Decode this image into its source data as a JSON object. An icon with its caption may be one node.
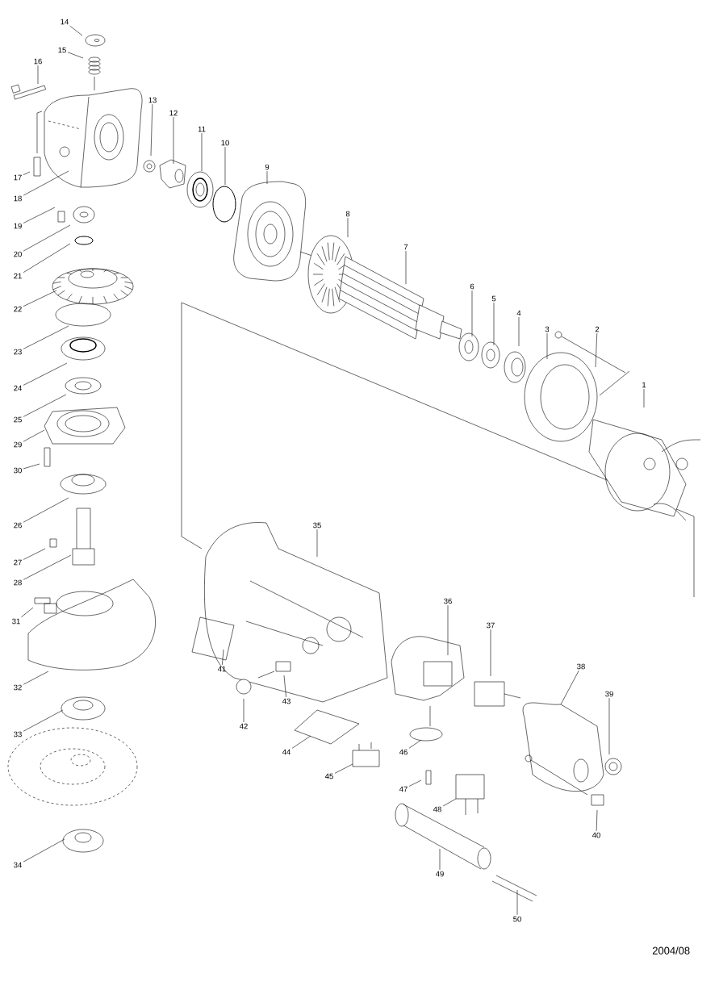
{
  "diagram": {
    "nodes": [
      {
        "text": [
          "14"
        ]
      },
      {
        "text": [
          "15"
        ]
      },
      {
        "text": [
          "16"
        ]
      },
      {
        "text": [
          "13"
        ]
      },
      {
        "text": [
          "12"
        ]
      },
      {
        "text": [
          "11"
        ]
      },
      {
        "text": [
          "10"
        ]
      },
      {
        "text": [
          "9"
        ]
      },
      {
        "text": [
          "8"
        ]
      },
      {
        "text": [
          "17"
        ]
      },
      {
        "text": [
          "18"
        ]
      },
      {
        "text": [
          "19"
        ]
      },
      {
        "text": [
          "20"
        ]
      },
      {
        "text": [
          "21"
        ]
      },
      {
        "text": [
          "7"
        ]
      },
      {
        "text": [
          "6"
        ]
      },
      {
        "text": [
          "5"
        ]
      },
      {
        "text": [
          "22"
        ]
      },
      {
        "text": [
          "4"
        ]
      },
      {
        "text": [
          "3"
        ]
      },
      {
        "text": [
          "2"
        ]
      },
      {
        "text": [
          "23"
        ]
      },
      {
        "text": [
          "1"
        ]
      },
      {
        "text": [
          "24"
        ]
      },
      {
        "text": [
          "25"
        ]
      },
      {
        "text": [
          "29"
        ]
      },
      {
        "text": [
          "30"
        ]
      },
      {
        "text": [
          "26"
        ]
      },
      {
        "text": [
          "35"
        ]
      },
      {
        "text": [
          "27"
        ]
      },
      {
        "text": [
          "28"
        ]
      },
      {
        "text": [
          "36"
        ]
      },
      {
        "text": [
          "31"
        ]
      },
      {
        "text": [
          "37"
        ]
      },
      {
        "text": [
          "38"
        ]
      },
      {
        "text": [
          "41"
        ]
      },
      {
        "text": [
          "32"
        ]
      },
      {
        "text": [
          "39"
        ]
      },
      {
        "text": [
          "43"
        ]
      },
      {
        "text": [
          "42"
        ]
      },
      {
        "text": [
          "33"
        ]
      },
      {
        "text": [
          "44"
        ]
      },
      {
        "text": [
          "46"
        ]
      },
      {
        "text": [
          "45"
        ]
      },
      {
        "text": [
          "47"
        ]
      },
      {
        "text": [
          "48"
        ]
      },
      {
        "text": [
          "40"
        ]
      },
      {
        "text": [
          "34"
        ]
      },
      {
        "text": [
          "49"
        ]
      },
      {
        "text": [
          "50"
        ]
      }
    ],
    "edges": [
      {
        "from": 0,
        "to": null,
        "arrow": "none"
      },
      {
        "from": 1,
        "to": null,
        "arrow": "none"
      },
      {
        "from": 2,
        "to": null,
        "arrow": "none"
      },
      {
        "from": 3,
        "to": null,
        "arrow": "none"
      },
      {
        "from": 4,
        "to": null,
        "arrow": "none"
      },
      {
        "from": 5,
        "to": null,
        "arrow": "none"
      },
      {
        "from": 6,
        "to": null,
        "arrow": "none"
      },
      {
        "from": 7,
        "to": null,
        "arrow": "none"
      },
      {
        "from": 8,
        "to": null,
        "arrow": "none"
      },
      {
        "from": 9,
        "to": null,
        "arrow": "none"
      },
      {
        "from": 10,
        "to": null,
        "arrow": "none"
      },
      {
        "from": 11,
        "to": null,
        "arrow": "none"
      },
      {
        "from": 12,
        "to": null,
        "arrow": "none"
      },
      {
        "from": 13,
        "to": null,
        "arrow": "none"
      },
      {
        "from": 14,
        "to": null,
        "arrow": "none"
      },
      {
        "from": 15,
        "to": null,
        "arrow": "none"
      },
      {
        "from": 16,
        "to": null,
        "arrow": "none"
      },
      {
        "from": 17,
        "to": null,
        "arrow": "none"
      },
      {
        "from": 18,
        "to": null,
        "arrow": "none"
      },
      {
        "from": 19,
        "to": null,
        "arrow": "none"
      },
      {
        "from": 20,
        "to": null,
        "arrow": "none"
      },
      {
        "from": 21,
        "to": null,
        "arrow": "none"
      },
      {
        "from": 22,
        "to": null,
        "arrow": "none"
      },
      {
        "from": 23,
        "to": null,
        "arrow": "none"
      },
      {
        "from": 24,
        "to": null,
        "arrow": "none"
      },
      {
        "from": 25,
        "to": null,
        "arrow": "none"
      },
      {
        "from": 26,
        "to": null,
        "arrow": "none"
      },
      {
        "from": 27,
        "to": null,
        "arrow": "none"
      },
      {
        "from": 28,
        "to": null,
        "arrow": "none"
      },
      {
        "from": 29,
        "to": null,
        "arrow": "none"
      },
      {
        "from": 30,
        "to": null,
        "arrow": "none"
      },
      {
        "from": 31,
        "to": null,
        "arrow": "none"
      },
      {
        "from": 32,
        "to": null,
        "arrow": "none"
      },
      {
        "from": 33,
        "to": null,
        "arrow": "none"
      },
      {
        "from": 34,
        "to": null,
        "arrow": "none"
      },
      {
        "from": 35,
        "to": null,
        "arrow": "none"
      },
      {
        "from": 36,
        "to": null,
        "arrow": "none"
      },
      {
        "from": 37,
        "to": null,
        "arrow": "none"
      },
      {
        "from": 38,
        "to": null,
        "arrow": "none"
      },
      {
        "from": 39,
        "to": null,
        "arrow": "none"
      },
      {
        "from": 40,
        "to": null,
        "arrow": "none"
      },
      {
        "from": 41,
        "to": null,
        "arrow": "none"
      },
      {
        "from": 42,
        "to": null,
        "arrow": "none"
      },
      {
        "from": 43,
        "to": null,
        "arrow": "none"
      },
      {
        "from": 44,
        "to": null,
        "arrow": "none"
      },
      {
        "from": 45,
        "to": null,
        "arrow": "none"
      },
      {
        "from": 46,
        "to": null,
        "arrow": "none"
      },
      {
        "from": 47,
        "to": null,
        "arrow": "none"
      },
      {
        "from": 48,
        "to": null,
        "arrow": "none"
      },
      {
        "from": 49,
        "to": null,
        "arrow": "none"
      }
    ],
    "labels": [
      "2004/08"
    ]
  }
}
